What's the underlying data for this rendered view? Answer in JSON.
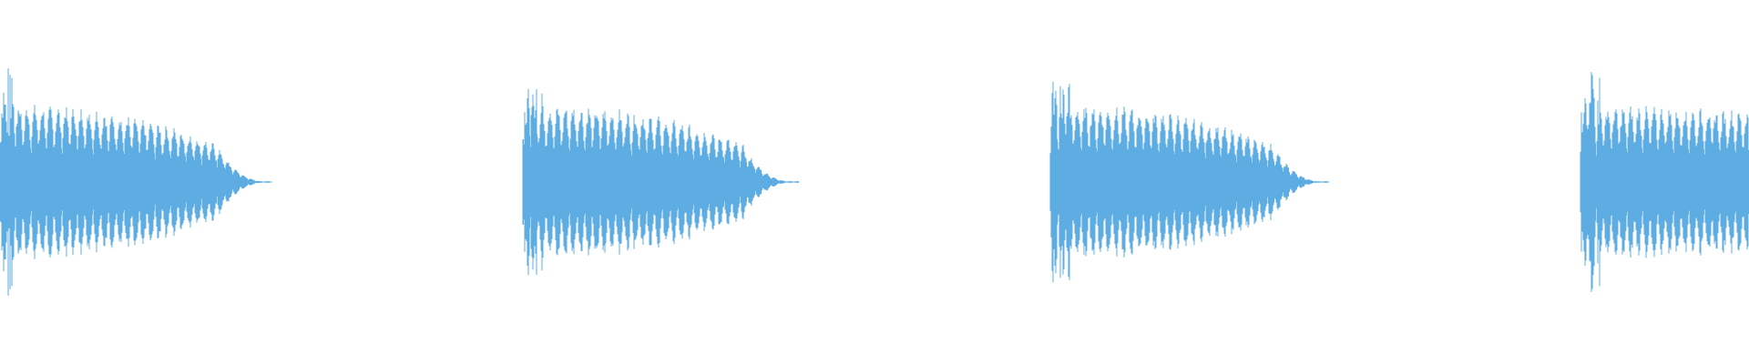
{
  "waveform": {
    "color": "#5DADE2",
    "background": "#FFFFFF",
    "bursts": [
      {
        "id": "burst-1",
        "attack": "sharp",
        "decay": "tapered"
      },
      {
        "id": "burst-2",
        "attack": "sharp",
        "decay": "tapered"
      },
      {
        "id": "burst-3",
        "attack": "sharp",
        "decay": "tapered"
      },
      {
        "id": "burst-4",
        "attack": "sharp",
        "decay": "cut-off"
      }
    ]
  }
}
